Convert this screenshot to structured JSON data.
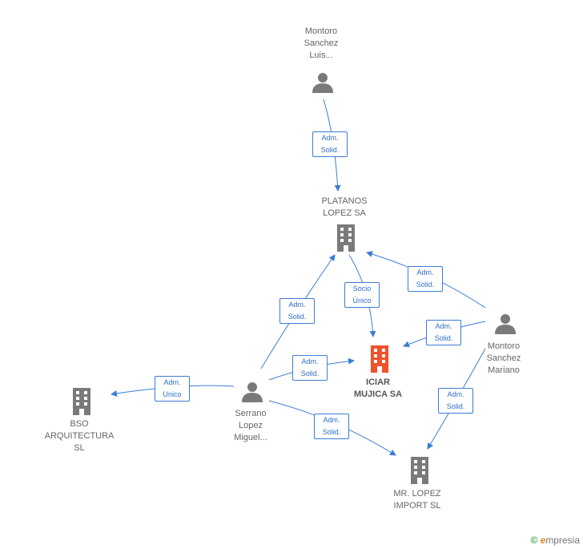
{
  "nodes": {
    "montoro_luis": {
      "lines": [
        "Montoro",
        "Sanchez",
        "Luis..."
      ],
      "kind": "person"
    },
    "platanos": {
      "lines": [
        "PLATANOS",
        "LOPEZ SA"
      ],
      "kind": "company"
    },
    "iciar": {
      "lines": [
        "ICIAR",
        "MUJICA SA"
      ],
      "kind": "company-main"
    },
    "montoro_mariano": {
      "lines": [
        "Montoro",
        "Sanchez",
        "Mariano"
      ],
      "kind": "person"
    },
    "serrano": {
      "lines": [
        "Serrano",
        "Lopez",
        "Miguel..."
      ],
      "kind": "person"
    },
    "bso": {
      "lines": [
        "BSO",
        "ARQUITECTURA",
        "SL"
      ],
      "kind": "company"
    },
    "mrlopez": {
      "lines": [
        "MR. LOPEZ",
        "IMPORT SL"
      ],
      "kind": "company"
    }
  },
  "relations": [
    {
      "id": "r1",
      "lines": [
        "Adm.",
        "Solid."
      ]
    },
    {
      "id": "r2",
      "lines": [
        "Adm.",
        "Solid."
      ]
    },
    {
      "id": "r3",
      "lines": [
        "Socio",
        "Único"
      ]
    },
    {
      "id": "r4",
      "lines": [
        "Adm.",
        "Solid."
      ]
    },
    {
      "id": "r5",
      "lines": [
        "Adm.",
        "Solid."
      ]
    },
    {
      "id": "r6",
      "lines": [
        "Adm.",
        "Solid."
      ]
    },
    {
      "id": "r7",
      "lines": [
        "Adm.",
        "Unico"
      ]
    },
    {
      "id": "r8",
      "lines": [
        "Adm.",
        "Solid."
      ]
    },
    {
      "id": "r9",
      "lines": [
        "Adm.",
        "Solid."
      ]
    }
  ],
  "brand": {
    "copyright": "©",
    "e_letter": "e",
    "rest": "mpresia"
  },
  "colors": {
    "edge": "#3a7dd6",
    "icon": "#7a7a7a",
    "main": "#f0522a"
  }
}
